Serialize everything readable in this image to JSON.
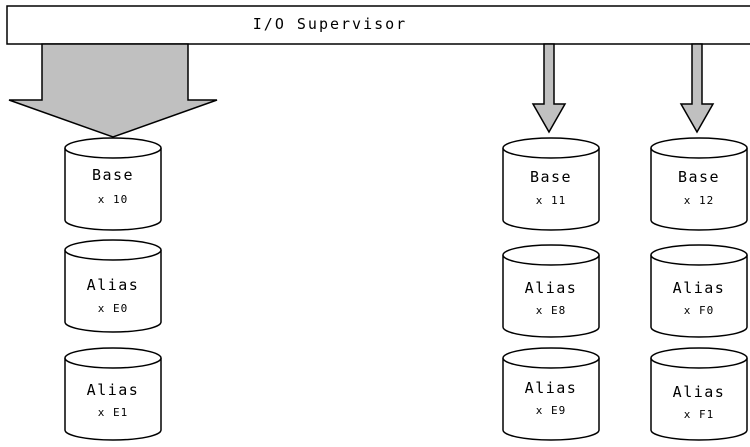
{
  "supervisor": {
    "label": "I/O Supervisor"
  },
  "columns": [
    {
      "volumes": [
        {
          "title": "Base",
          "address": "x 10"
        },
        {
          "title": "Alias",
          "address": "x E0"
        },
        {
          "title": "Alias",
          "address": "x E1"
        }
      ]
    },
    {
      "volumes": [
        {
          "title": "Base",
          "address": "x 11"
        },
        {
          "title": "Alias",
          "address": "x E8"
        },
        {
          "title": "Alias",
          "address": "x E9"
        }
      ]
    },
    {
      "volumes": [
        {
          "title": "Base",
          "address": "x 12"
        },
        {
          "title": "Alias",
          "address": "x F0"
        },
        {
          "title": "Alias",
          "address": "x F1"
        }
      ]
    }
  ],
  "colors": {
    "arrow_fill": "#c0c0c0",
    "stroke": "#000000",
    "background": "#ffffff"
  }
}
